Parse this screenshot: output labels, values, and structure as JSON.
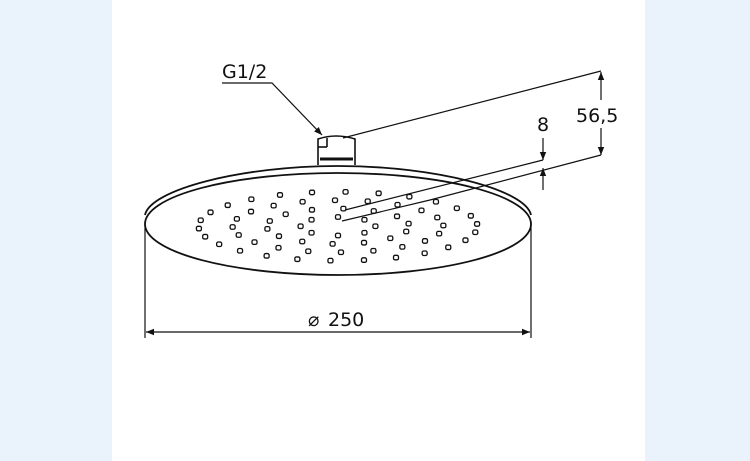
{
  "drawing": {
    "thread_label": "G1/2",
    "height_dim": "56,5",
    "thickness_dim": "8",
    "diameter_symbol": "⌀",
    "diameter_dim": "250"
  },
  "colors": {
    "background": "#eaf3fb",
    "panel": "#ffffff",
    "line": "#111111"
  }
}
